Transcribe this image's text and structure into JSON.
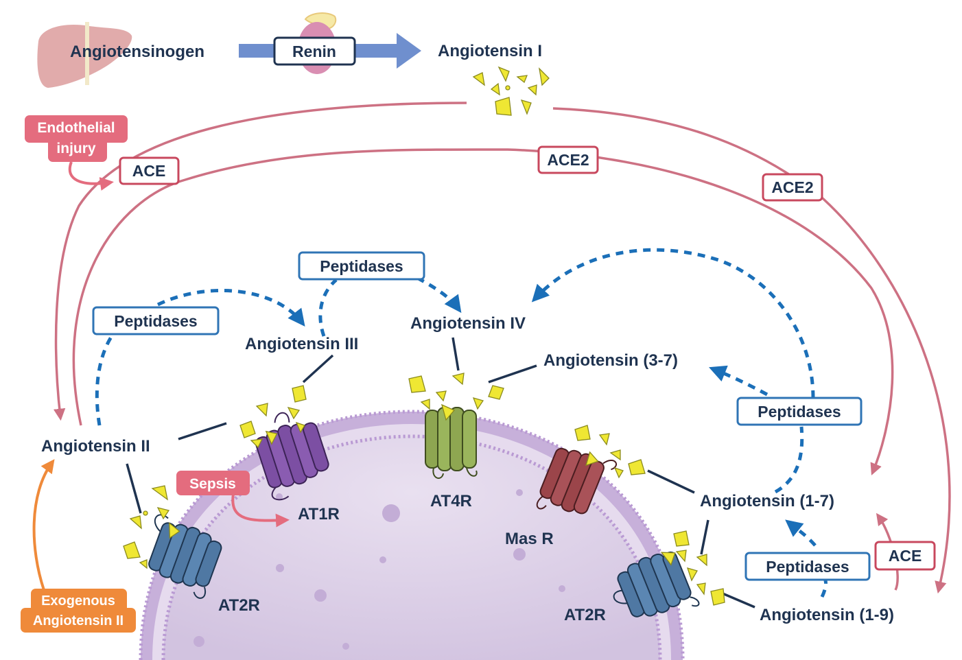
{
  "diagram": {
    "nodes": {
      "angiotensinogen": "Angiotensinogen",
      "angiotensin_1": "Angiotensin I",
      "angiotensin_2": "Angiotensin II",
      "angiotensin_3": "Angiotensin III",
      "angiotensin_4": "Angiotensin IV",
      "angiotensin_3_7": "Angiotensin (3-7)",
      "angiotensin_1_7": "Angiotensin (1-7)",
      "angiotensin_1_9": "Angiotensin (1-9)"
    },
    "enzymes": {
      "renin": "Renin",
      "ace_left": "ACE",
      "ace2_top": "ACE2",
      "ace2_right": "ACE2",
      "ace_bottom_right": "ACE",
      "peptidases_left": "Peptidases",
      "peptidases_top": "Peptidases",
      "peptidases_right": "Peptidases",
      "peptidases_bottom": "Peptidases"
    },
    "receptors": {
      "at1r": "AT1R",
      "at2r_left": "AT2R",
      "at4r": "AT4R",
      "masr": "Mas R",
      "at2r_right": "AT2R"
    },
    "conditions": {
      "endothelial_line1": "Endothelial",
      "endothelial_line2": "injury",
      "sepsis": "Sepsis",
      "exogenous_line1": "Exogenous",
      "exogenous_line2": "Angiotensin II"
    },
    "icons": [
      "liver-icon",
      "kidney-icon",
      "peptide-fragments-icon",
      "cell-membrane-icon",
      "receptor-icon"
    ],
    "colors": {
      "navy_text": "#1f3350",
      "enzyme_red": "#c8485e",
      "pathway_pink": "#cd7183",
      "peptidase_blue": "#2f74b5",
      "dashed_blue": "#1b6fb8",
      "condition_pink": "#e46c7e",
      "exogenous_orange": "#ef8a3a",
      "renin_arrow": "#6f8fce",
      "peptide_yellow": "#efe733",
      "cell_fill": "#ddd0e7",
      "at1r_purple": "#7c4fa3",
      "at2r_blue": "#4f78a3",
      "at4r_green": "#8ea651",
      "masr_red": "#9b454a"
    }
  }
}
